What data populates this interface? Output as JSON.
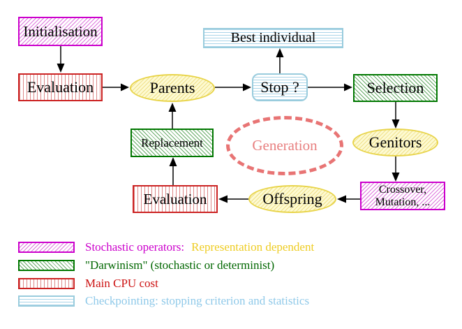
{
  "diagram": {
    "title_none": "",
    "nodes": {
      "initialisation": "Initialisation",
      "evaluation_top": "Evaluation",
      "parents": "Parents",
      "best_individual": "Best individual",
      "stop": "Stop ?",
      "selection": "Selection",
      "replacement": "Replacement",
      "generation": "Generation",
      "genitors": "Genitors",
      "offspring": "Offspring",
      "evaluation_bottom": "Evaluation",
      "crossover_line1": "Crossover,",
      "crossover_line2": "Mutation, ..."
    },
    "edges": [
      "Initialisation -> Evaluation",
      "Evaluation -> Parents",
      "Parents -> Stop ?",
      "Stop ? -> Best individual",
      "Stop ? -> Selection",
      "Selection -> Genitors",
      "Genitors -> Crossover, Mutation, ...",
      "Crossover, Mutation, ... -> Offspring",
      "Offspring -> Evaluation",
      "Evaluation -> Replacement",
      "Replacement -> Parents"
    ],
    "legend": {
      "items": [
        {
          "label": "Stochastic operators:",
          "label2": "Representation dependent",
          "pattern": "magenta-diagonal-hatch"
        },
        {
          "label": "\"Darwinism\" (stochastic or determinist)",
          "pattern": "green-diagonal-hatch"
        },
        {
          "label": "Main CPU cost",
          "pattern": "red-vertical-stripes"
        },
        {
          "label": "Checkpointing: stopping criterion and statistics",
          "pattern": "cyan-horizontal-stripes"
        }
      ]
    },
    "colors": {
      "magenta_border": "#cc00cc",
      "magenta_hatch": "#dd77dd",
      "green_border": "#007700",
      "green_hatch": "#66aa66",
      "red_border": "#cc2222",
      "red_stripe": "#dd8888",
      "cyan_border": "#99ccdd",
      "cyan_stripe": "#aad4e8",
      "yellow_border": "#e8d44a",
      "yellow_hatch": "#f0e08a",
      "salmon_dashed": "#e87474",
      "legend_yellow_text": "#eecc22",
      "legend_cyan_text": "#8fc9e9",
      "legend_red_text": "#cc1111",
      "legend_green_text": "#006600"
    }
  }
}
